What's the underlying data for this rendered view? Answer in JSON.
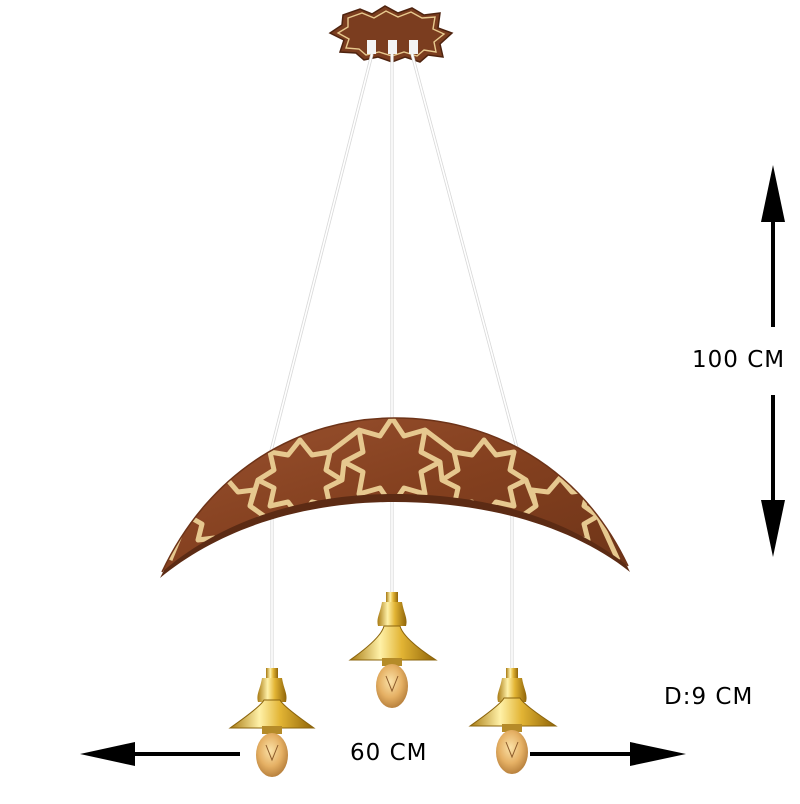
{
  "dimensions": {
    "height_label": "100 CM",
    "width_label": "60 CM",
    "diameter_label": "D:9 CM"
  },
  "colors": {
    "wood": "#8a4424",
    "wood_dark": "#5a2a14",
    "inlay": "#e3c48a",
    "brass": "#d9a92e",
    "cord": "#ffffff",
    "bulb": "#e7b86a"
  }
}
